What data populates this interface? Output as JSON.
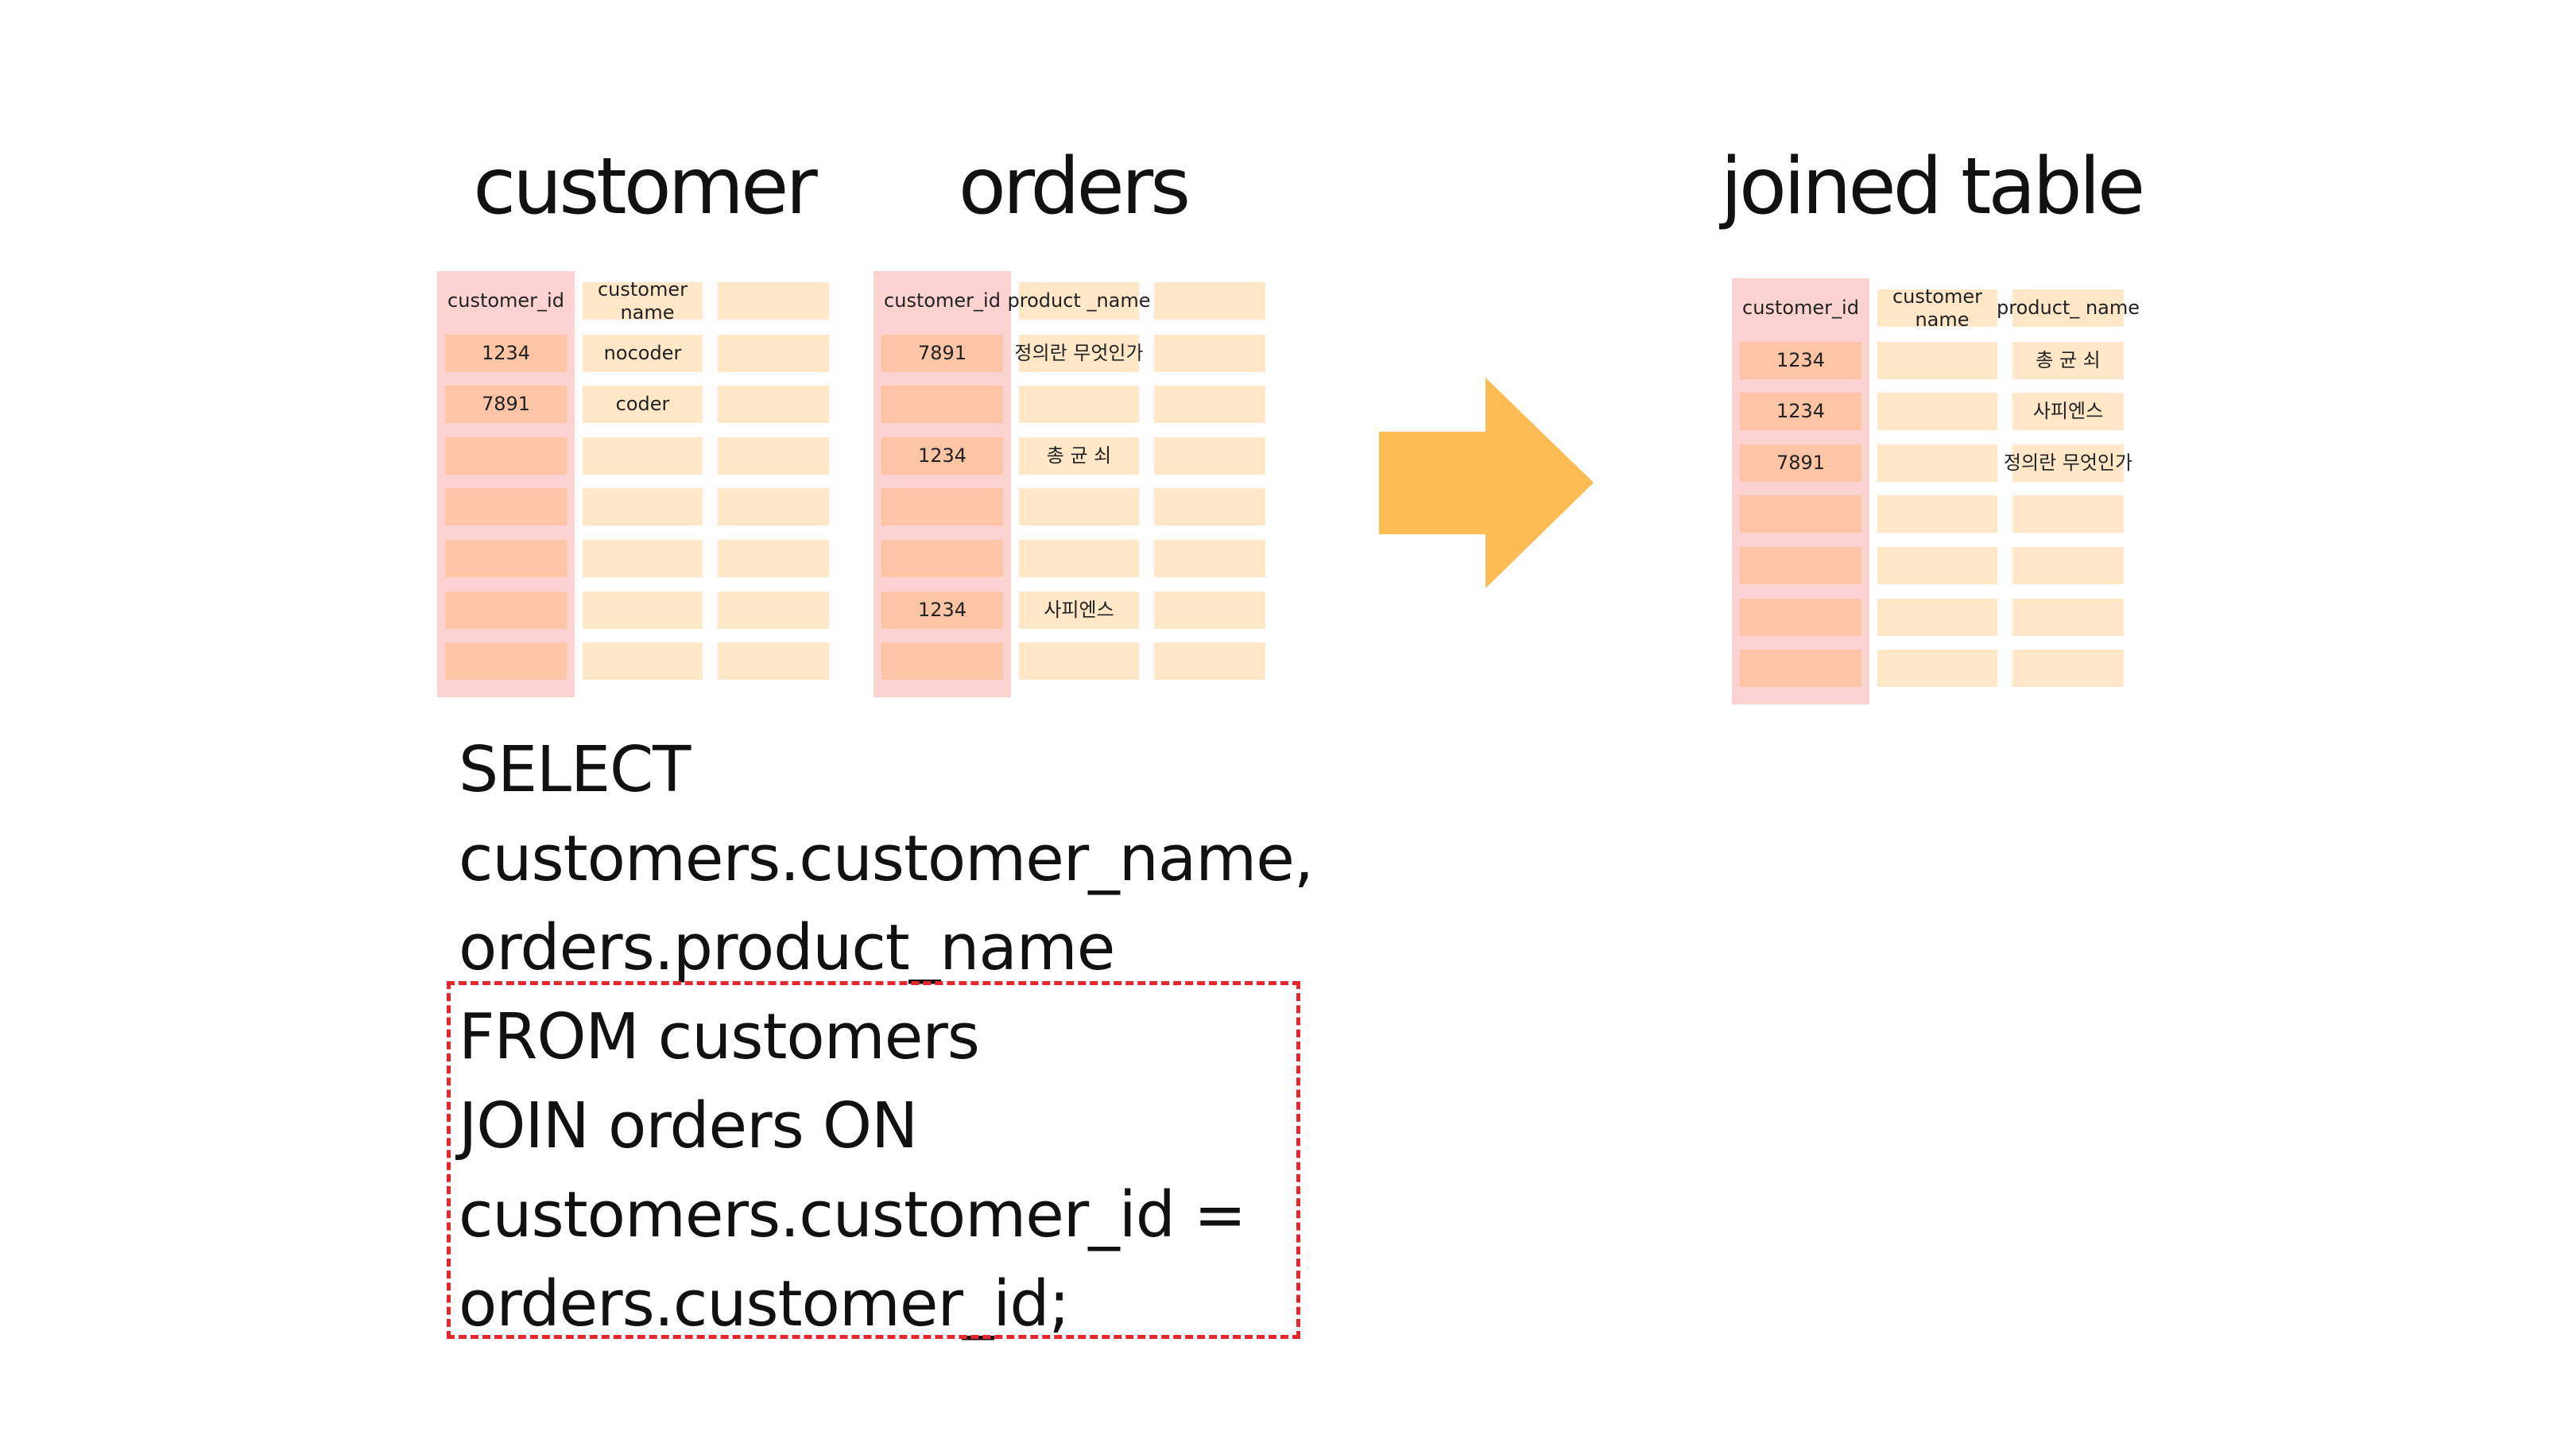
{
  "titles": {
    "customer": "customer",
    "orders": "orders",
    "joined": "joined table"
  },
  "customer_table": {
    "headers": [
      "customer_id",
      "customer\n_name",
      ""
    ],
    "rows": [
      [
        "1234",
        "nocoder",
        ""
      ],
      [
        "7891",
        "coder",
        ""
      ],
      [
        "",
        "",
        ""
      ],
      [
        "",
        "",
        ""
      ],
      [
        "",
        "",
        ""
      ],
      [
        "",
        "",
        ""
      ],
      [
        "",
        "",
        ""
      ]
    ]
  },
  "orders_table": {
    "headers": [
      "customer_id",
      "product\n_name",
      ""
    ],
    "rows": [
      [
        "7891",
        "정의란 무엇인가",
        ""
      ],
      [
        "",
        "",
        ""
      ],
      [
        "1234",
        "총 균 쇠",
        ""
      ],
      [
        "",
        "",
        ""
      ],
      [
        "",
        "",
        ""
      ],
      [
        "1234",
        "사피엔스",
        ""
      ],
      [
        "",
        "",
        ""
      ]
    ]
  },
  "joined_table": {
    "headers": [
      "customer_id",
      "customer\n_name",
      "product_\nname"
    ],
    "rows": [
      [
        "1234",
        "",
        "총 균 쇠"
      ],
      [
        "1234",
        "",
        "사피엔스"
      ],
      [
        "7891",
        "",
        "정의란 무엇인가"
      ],
      [
        "",
        "",
        ""
      ],
      [
        "",
        "",
        ""
      ],
      [
        "",
        "",
        ""
      ],
      [
        "",
        "",
        ""
      ]
    ]
  },
  "sql": [
    "SELECT",
    "customers.customer_name,",
    "orders.product_name",
    "FROM customers",
    "JOIN orders ON",
    "customers.customer_id =",
    "orders.customer_id;"
  ],
  "colors": {
    "id_column": "#fdc4a5",
    "id_highlight": "#fcd3d0",
    "cell": "#ffe7c7",
    "arrow": "#fdbb53",
    "dash_box": "#e5262d"
  }
}
